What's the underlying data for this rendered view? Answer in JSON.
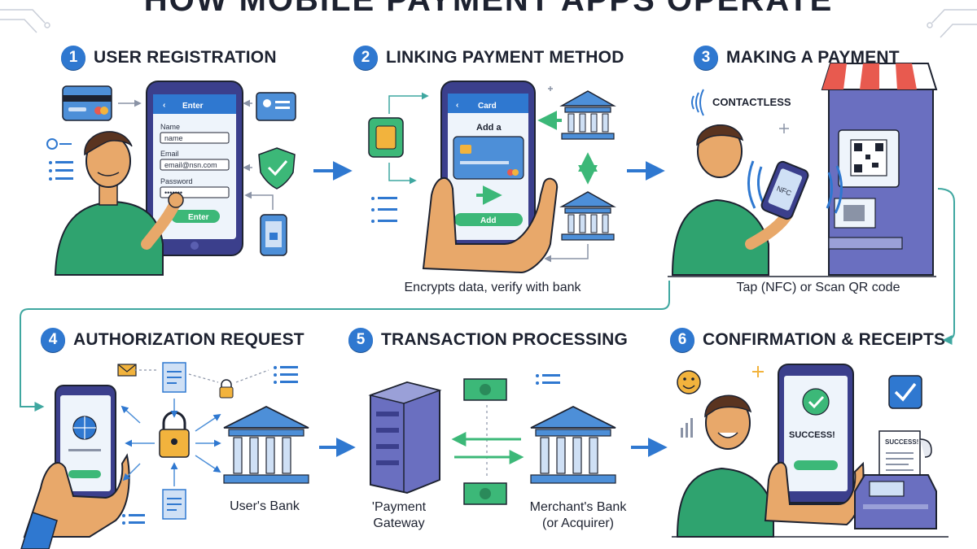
{
  "title": "HOW MOBILE PAYMENT APPS OPERATE",
  "steps": [
    {
      "number": "1",
      "label": "USER REGISTRATION"
    },
    {
      "number": "2",
      "label": "LINKING PAYMENT METHOD"
    },
    {
      "number": "3",
      "label": "MAKING A PAYMENT"
    },
    {
      "number": "4",
      "label": "AUTHORIZATION REQUEST"
    },
    {
      "number": "5",
      "label": "TRANSACTION PROCESSING"
    },
    {
      "number": "6",
      "label": "CONFIRMATION & RECEIPTS"
    }
  ],
  "registration_phone": {
    "header": "Enter",
    "name_label": "Name",
    "name_value": "name",
    "email_label": "Email",
    "email_value": "email@nsn.com",
    "password_label": "Password",
    "password_value": "•••••••",
    "button": "Enter"
  },
  "link_phone": {
    "header": "Card",
    "add_title": "Add a",
    "button": "Add"
  },
  "payment": {
    "contactless_label": "CONTACTLESS",
    "phone_label": "NFC"
  },
  "confirmation": {
    "phone_text": "SUCCESS!",
    "receipt_text": "SUCCESS!"
  },
  "captions": {
    "linking": "Encrypts data, verify with bank",
    "payment": "Tap (NFC) or Scan QR code",
    "users_bank": "User's Bank",
    "gateway_line1": "'Payment",
    "gateway_line2": "Gateway",
    "merchant_line1": "Merchant's Bank",
    "merchant_line2": "(or Acquirer)"
  },
  "colors": {
    "accent_blue": "#2f78d0",
    "green": "#3cb878",
    "shirt_green": "#2fa36f",
    "phone_frame": "#3b3f8c",
    "skin": "#e8a86a",
    "navy": "#1d2230"
  }
}
